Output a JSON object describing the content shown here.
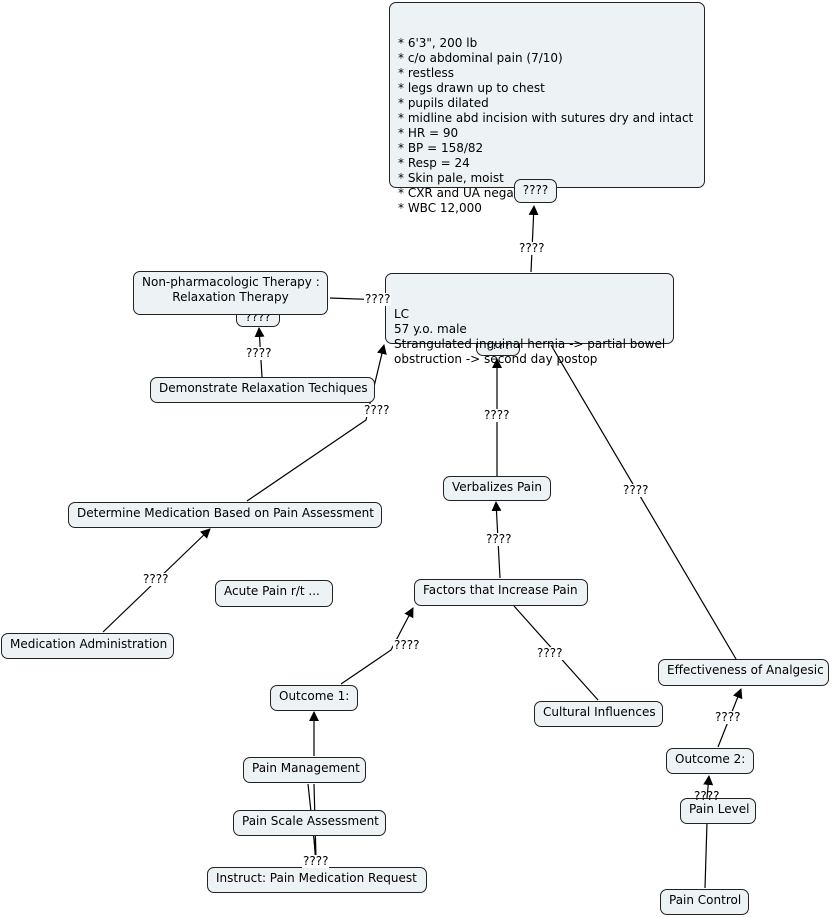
{
  "concept_map": {
    "nodes": {
      "assessment": {
        "lines": [
          "* 6'3\", 200 lb",
          "* c/o abdominal pain (7/10)",
          "* restless",
          "* legs drawn up to chest",
          "* pupils dilated",
          "* midline abd incision with sutures dry and intact",
          "* HR = 90",
          "* BP = 158/82",
          "* Resp = 24",
          "* Skin pale, moist",
          "* CXR and UA negative",
          "* WBC 12,000"
        ]
      },
      "assessment_tab": "????",
      "patient": {
        "lines": [
          "LC",
          "57 y.o. male",
          "Strangulated inguinal hernia -> partial bowel",
          "obstruction -> second day postop"
        ]
      },
      "patient_tab": "????",
      "nonpharm": "Non-pharmacologic Therapy :\nRelaxation Therapy",
      "nonpharm_tab": "????",
      "demonstrate": "Demonstrate Relaxation Techiques",
      "determine_med": "Determine Medication Based on Pain Assessment",
      "med_admin": "Medication Administration",
      "acute_pain": "Acute Pain r/t ...",
      "verbalizes": "Verbalizes Pain",
      "factors": "Factors that Increase Pain",
      "cultural": "Cultural Influences",
      "outcome1": "Outcome 1:",
      "pain_mgmt": "Pain Management",
      "pain_scale": "Pain Scale Assessment",
      "instruct": "Instruct: Pain Medication Request",
      "effectiveness": "Effectiveness of Analgesic",
      "outcome2": "Outcome 2:",
      "pain_level": "Pain Level",
      "pain_control": "Pain Control"
    },
    "link_labels": {
      "patient_assessment": "????",
      "nonpharm_patient": "????",
      "demonstrate_nonpharm": "????",
      "determine_patient": "????",
      "verbalizes_patient": "????",
      "effectiveness_patient": "????",
      "medadmin_determine": "????",
      "factors_verbalizes": "????",
      "outcome1_factors": "????",
      "factors_cultural": "????",
      "outcome2_effectiveness": "????",
      "painlevel_outcome2": "????",
      "instruct_links": "????"
    }
  }
}
